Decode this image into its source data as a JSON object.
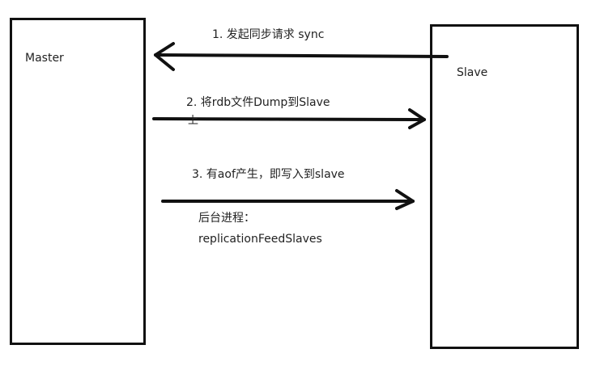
{
  "nodes": {
    "master": "Master",
    "slave": "Slave"
  },
  "steps": {
    "sync_request": "1. 发起同步请求 sync",
    "dump_rdb_line1": "2. 将rdb文件Dump到Slave",
    "dump_rdb_line2": "上",
    "aof_propagate": "3. 有aof产生，即写入到slave",
    "background_process": "后台进程：",
    "feed_function": "replicationFeedSlaves"
  },
  "colors": {
    "stroke": "#111111",
    "text": "#222222",
    "background": "#ffffff"
  }
}
